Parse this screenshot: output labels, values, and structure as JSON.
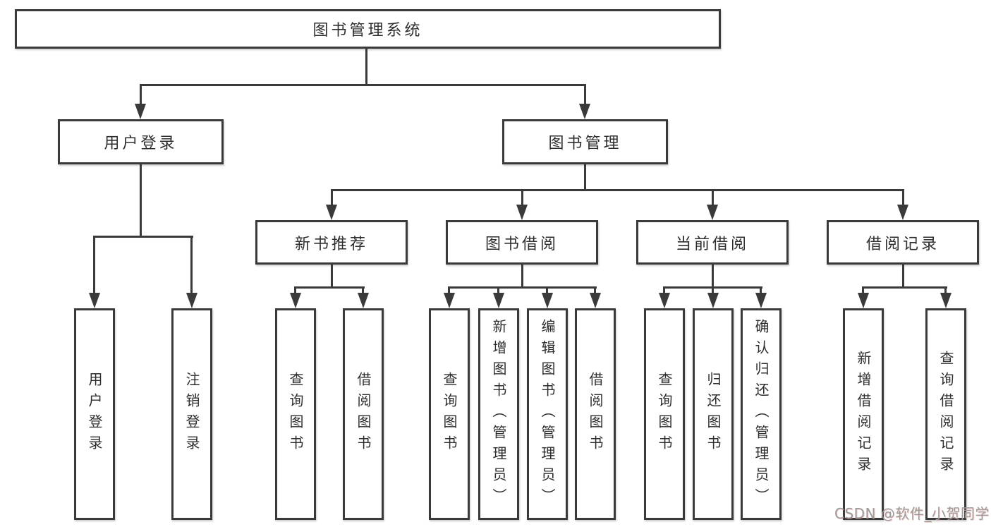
{
  "diagram": {
    "root": {
      "label": "图书管理系统"
    },
    "branches": [
      {
        "label": "用户登录",
        "children": [
          {
            "label": "用户登录"
          },
          {
            "label": "注销登录"
          }
        ]
      },
      {
        "label": "图书管理",
        "children": [
          {
            "label": "新书推荐",
            "children": [
              {
                "label": "查询图书"
              },
              {
                "label": "借阅图书"
              }
            ]
          },
          {
            "label": "图书借阅",
            "children": [
              {
                "label": "查询图书"
              },
              {
                "label": "新增图书（管理员）"
              },
              {
                "label": "编辑图书（管理员）"
              },
              {
                "label": "借阅图书"
              }
            ]
          },
          {
            "label": "当前借阅",
            "children": [
              {
                "label": "查询图书"
              },
              {
                "label": "归还图书"
              },
              {
                "label": "确认归还（管理员）"
              }
            ]
          },
          {
            "label": "借阅记录",
            "children": [
              {
                "label": "新增借阅记录"
              },
              {
                "label": "查询借阅记录"
              }
            ]
          }
        ]
      }
    ]
  },
  "watermark": {
    "text": "CSDN @软件_小贺同学"
  },
  "colors": {
    "line": "#3a3a3a",
    "text": "#2e2e2e",
    "background": "#ffffff",
    "watermark": "#9b9b9b"
  }
}
